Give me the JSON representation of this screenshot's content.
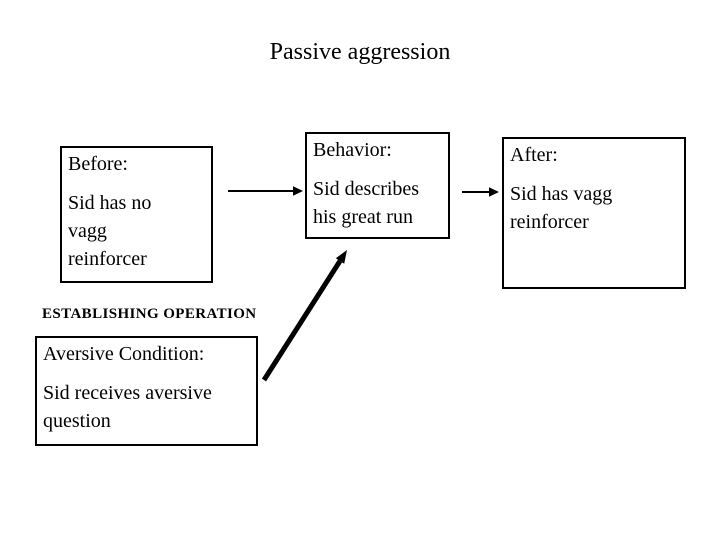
{
  "slide": {
    "title": "Passive aggression",
    "eo_label": "ESTABLISHING OPERATION",
    "boxes": {
      "before": {
        "label": "Before:",
        "body": "Sid has no\nvagg\nreinforcer"
      },
      "behavior": {
        "label": "Behavior:",
        "body": "Sid describes\nhis great run"
      },
      "after": {
        "label": "After:",
        "body": "Sid has vagg\nreinforcer"
      },
      "aversive": {
        "label": "Aversive Condition:",
        "body": "Sid receives aversive\nquestion"
      }
    },
    "connections": [
      {
        "from": "before",
        "to": "behavior",
        "style": "thin-arrow"
      },
      {
        "from": "behavior",
        "to": "after",
        "style": "thin-arrow"
      },
      {
        "from": "aversive",
        "to": "behavior",
        "style": "thick-arrow"
      }
    ],
    "colors": {
      "background": "#ffffff",
      "line": "#000000",
      "text": "#000000"
    }
  }
}
